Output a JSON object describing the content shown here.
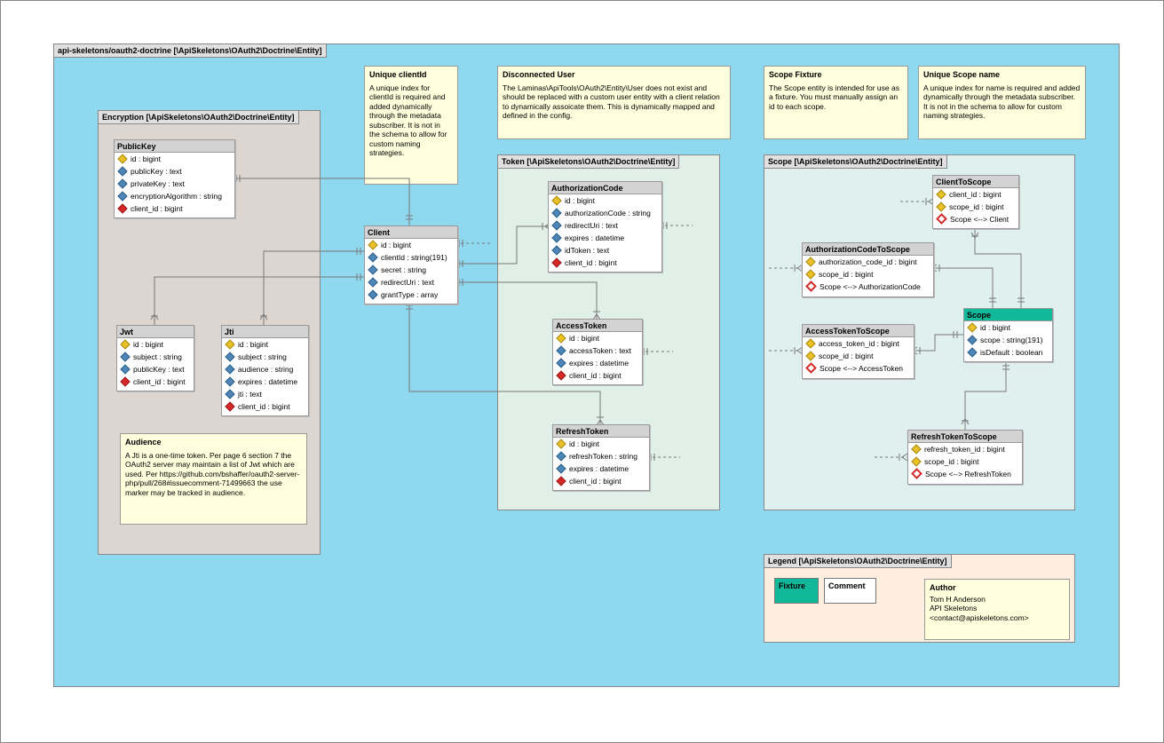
{
  "main": {
    "title": "api-skeletons/oauth2-doctrine [\\ApiSkeletons\\OAuth2\\Doctrine\\Entity]"
  },
  "packages": {
    "encryption": "Encryption [\\ApiSkeletons\\OAuth2\\Doctrine\\Entity]",
    "token": "Token [\\ApiSkeletons\\OAuth2\\Doctrine\\Entity]",
    "scope": "Scope [\\ApiSkeletons\\OAuth2\\Doctrine\\Entity]",
    "legend": "Legend [\\ApiSkeletons\\OAuth2\\Doctrine\\Entity]"
  },
  "notes": {
    "unique_clientid": {
      "title": "Unique clientId",
      "text": "A unique index for clientId is required and added dynamically through the metadata subscriber.  It is not in the schema to allow for custom naming strategies."
    },
    "disconnected_user": {
      "title": "Disconnected User",
      "text": "The Laminas\\ApiTools\\OAuth2\\Entity\\User does not exist and should be replaced with a custom user entity with a client relation to dynamically assoicate them.  This is dynamically mapped and defined in the config."
    },
    "scope_fixture": {
      "title": "Scope Fixture",
      "text": "The Scope entity is intended for use as a fixture.  You must manually assign an id to each scope."
    },
    "unique_scope_name": {
      "title": "Unique Scope name",
      "text": "A unique index for name is required and added dynamically through the metadata subscriber.  It is not in the schema to allow for custom naming strategies."
    },
    "audience": {
      "title": "Audience",
      "text": "A Jti is a one-time token.  Per page 6 section 7 the OAuth2 server may maintain a list of Jwt which are used.  Per https://github.com/bshaffer/oauth2-server-php/pull/268#issuecomment-71499663 the use marker may be tracked in audience."
    }
  },
  "entities": {
    "publickey": {
      "name": "PublicKey",
      "rows": [
        {
          "icon": "key",
          "text": "id : bigint"
        },
        {
          "icon": "col",
          "text": "publicKey : text"
        },
        {
          "icon": "col",
          "text": "privateKey : text"
        },
        {
          "icon": "col",
          "text": "encryptionAlgorithm : string"
        },
        {
          "icon": "fk",
          "text": "client_id : bigint"
        }
      ]
    },
    "jwt": {
      "name": "Jwt",
      "rows": [
        {
          "icon": "key",
          "text": "id : bigint"
        },
        {
          "icon": "col",
          "text": "subject : string"
        },
        {
          "icon": "col",
          "text": "publicKey : text"
        },
        {
          "icon": "fk",
          "text": "client_id : bigint"
        }
      ]
    },
    "jti": {
      "name": "Jti",
      "rows": [
        {
          "icon": "key",
          "text": "id : bigint"
        },
        {
          "icon": "col",
          "text": "subject : string"
        },
        {
          "icon": "col",
          "text": "audience : string"
        },
        {
          "icon": "col",
          "text": "expires : datetime"
        },
        {
          "icon": "col",
          "text": "jti : text"
        },
        {
          "icon": "fk",
          "text": "client_id : bigint"
        }
      ]
    },
    "client": {
      "name": "Client",
      "rows": [
        {
          "icon": "key",
          "text": "id : bigint"
        },
        {
          "icon": "col",
          "text": "clientId : string(191)"
        },
        {
          "icon": "col",
          "text": "secret : string"
        },
        {
          "icon": "col",
          "text": "redirectUri : text"
        },
        {
          "icon": "col",
          "text": "grantType : array"
        }
      ]
    },
    "authcode": {
      "name": "AuthorizationCode",
      "rows": [
        {
          "icon": "key",
          "text": "id : bigint"
        },
        {
          "icon": "col",
          "text": "authorizationCode : string"
        },
        {
          "icon": "col",
          "text": "redirectUri : text"
        },
        {
          "icon": "col",
          "text": "expires : datetime"
        },
        {
          "icon": "col",
          "text": "idToken : text"
        },
        {
          "icon": "fk",
          "text": "client_id : bigint"
        }
      ]
    },
    "accesstoken": {
      "name": "AccessToken",
      "rows": [
        {
          "icon": "key",
          "text": "id : bigint"
        },
        {
          "icon": "col",
          "text": "accessToken : text"
        },
        {
          "icon": "col",
          "text": "expires : datetime"
        },
        {
          "icon": "fk",
          "text": "client_id : bigint"
        }
      ]
    },
    "refreshtoken": {
      "name": "RefreshToken",
      "rows": [
        {
          "icon": "key",
          "text": "id : bigint"
        },
        {
          "icon": "col",
          "text": "refreshToken : string"
        },
        {
          "icon": "col",
          "text": "expires : datetime"
        },
        {
          "icon": "fk",
          "text": "client_id : bigint"
        }
      ]
    },
    "clienttoscope": {
      "name": "ClientToScope",
      "rows": [
        {
          "icon": "key",
          "text": "client_id : bigint"
        },
        {
          "icon": "key",
          "text": "scope_id : bigint"
        },
        {
          "icon": "rel",
          "text": "Scope <--> Client"
        }
      ]
    },
    "authcodetoscope": {
      "name": "AuthorizationCodeToScope",
      "rows": [
        {
          "icon": "key",
          "text": "authorization_code_id : bigint"
        },
        {
          "icon": "key",
          "text": "scope_id : bigint"
        },
        {
          "icon": "rel",
          "text": "Scope <--> AuthorizationCode"
        }
      ]
    },
    "accesstokentoscope": {
      "name": "AccessTokenToScope",
      "rows": [
        {
          "icon": "key",
          "text": "access_token_id : bigint"
        },
        {
          "icon": "key",
          "text": "scope_id : bigint"
        },
        {
          "icon": "rel",
          "text": "Scope <--> AccessToken"
        }
      ]
    },
    "scope": {
      "name": "Scope",
      "rows": [
        {
          "icon": "key",
          "text": "id : bigint"
        },
        {
          "icon": "col",
          "text": "scope : string(191)"
        },
        {
          "icon": "col",
          "text": "isDefault : boolean"
        }
      ]
    },
    "refreshtokentoscope": {
      "name": "RefreshTokenToScope",
      "rows": [
        {
          "icon": "key",
          "text": "refresh_token_id : bigint"
        },
        {
          "icon": "key",
          "text": "scope_id : bigint"
        },
        {
          "icon": "rel",
          "text": "Scope <--> RefreshToken"
        }
      ]
    }
  },
  "legend": {
    "fixture": "Fixture",
    "comment": "Comment",
    "author_title": "Author",
    "author_lines": [
      "Tom H Anderson",
      "API Skeletons",
      "<contact@apiskeletons.com>"
    ]
  },
  "colors": {
    "canvas": "#8fd9f0",
    "encryption_bg": "#ddd6d0",
    "token_bg": "#e0f0e8",
    "scope_bg": "#e0f0ee",
    "legend_bg": "#fdeee0",
    "fixture_header": "#12b89a",
    "note_bg": "#ffffdd"
  }
}
